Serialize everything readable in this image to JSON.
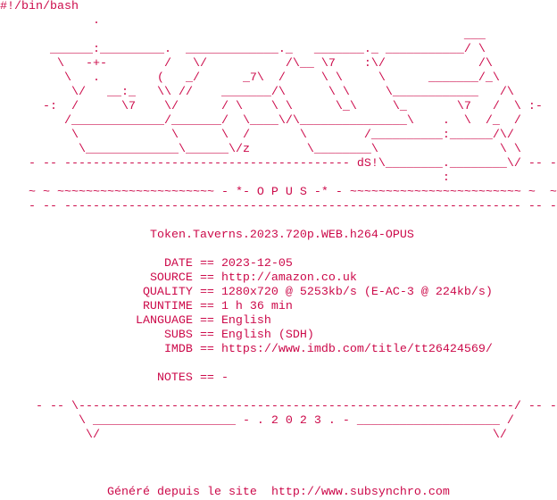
{
  "header": {
    "shebang": "#!/bin/bash"
  },
  "logo_art": [
    "             .",
    "                                                                 ___",
    "       ______:_________.  _____________._   _______._ ___________/ \\",
    "        \\   -+-        /   \\/           /\\__ \\7    :\\/             /\\",
    "         \\   .        (   _/      _7\\  /     \\ \\     \\      _______/_\\",
    "          \\/   __:_   \\\\ //    _______/\\      \\ \\     \\____________   /\\",
    "      -:  /      \\7    \\/      / \\    \\ \\      \\_\\     \\_       \\7   /  \\ :-",
    "         /_____________/_______/  \\____\\/\\_______________\\    .  \\  /_  /",
    "          \\             \\      \\  /       \\        /__________:______/\\/",
    "           \\_____________\\______\\/z        \\________\\                 \\ \\",
    "    - -- ---------------------------------------- dS!\\________.________\\/ -- -",
    "                                                              :",
    "    ~ ~ ~~~~~~~~~~~~~~~~~~~~~~ - *- O P U S -* - ~~~~~~~~~~~~~~~~~~~~~~~~ ~  ~",
    "    - -- ---------------------------------------------------------------- -- -"
  ],
  "release_name": "Token.Taverns.2023.720p.WEB.h264-OPUS",
  "separator": "==",
  "info": [
    {
      "label": "DATE",
      "value": "2023-12-05"
    },
    {
      "label": "SOURCE",
      "value": "http://amazon.co.uk"
    },
    {
      "label": "QUALITY",
      "value": "1280x720 @ 5253kb/s (E-AC-3 @ 224kb/s)"
    },
    {
      "label": "RUNTIME",
      "value": "1 h 36 min"
    },
    {
      "label": "LANGUAGE",
      "value": "English"
    },
    {
      "label": "SUBS",
      "value": "English (SDH)"
    },
    {
      "label": "IMDB",
      "value": "https://www.imdb.com/title/tt26424569/"
    }
  ],
  "notes": {
    "label": "NOTES",
    "value": "-"
  },
  "footer_art": [
    "     - -- \\-------------------------------------------------------------/ -- -",
    "           \\ ____________________ - . 2 0 2 3 . - ____________________ /",
    "            \\/                                                       \\/"
  ],
  "credit": {
    "text": "Généré depuis le site",
    "url": "http://www.subsynchro.com"
  },
  "colors": {
    "text": "#cc0a4a",
    "background": "#ffffff"
  }
}
